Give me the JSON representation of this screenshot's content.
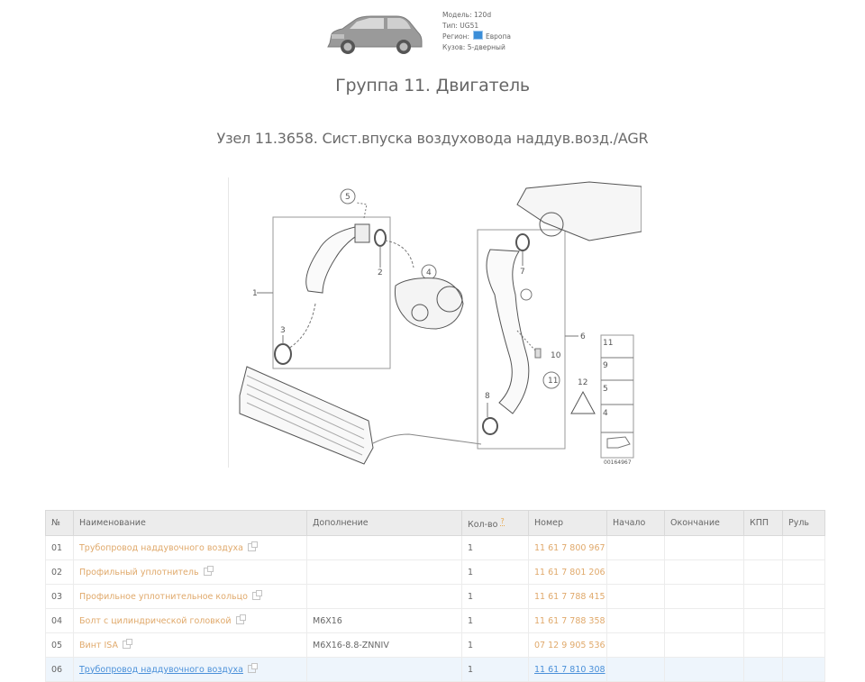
{
  "vehicle": {
    "model_label": "Модель:",
    "model_value": "120d",
    "type_label": "Тип:",
    "type_value": "UG51",
    "region_label": "Регион:",
    "region_value": "Европа",
    "region_icon": "eu-flag-icon",
    "body_label": "Кузов:",
    "body_value": "5-дверный"
  },
  "group_title": "Группа 11. Двигатель",
  "node_title": "Узел 11.3658. Сист.впуска воздуховода наддув.возд./AGR",
  "diagram": {
    "callouts": [
      "1",
      "2",
      "3",
      "4",
      "5",
      "6",
      "7",
      "8",
      "9",
      "10",
      "11",
      "12"
    ],
    "legend_items": [
      "11",
      "9",
      "5",
      "4"
    ],
    "image_code": "00164967"
  },
  "table": {
    "headers": {
      "num": "№",
      "name": "Наименование",
      "extra": "Дополнение",
      "qty": "Кол-во",
      "qty_help": "?",
      "part_number": "Номер",
      "start": "Начало",
      "end": "Окончание",
      "gearbox": "КПП",
      "steering": "Руль"
    },
    "rows": [
      {
        "num": "01",
        "name": "Трубопровод наддувочного воздуха",
        "extra": "",
        "qty": "1",
        "part_number": "11 61 7 800 967",
        "start": "",
        "end": "",
        "gearbox": "",
        "steering": ""
      },
      {
        "num": "02",
        "name": "Профильный уплотнитель",
        "extra": "",
        "qty": "1",
        "part_number": "11 61 7 801 206",
        "start": "",
        "end": "",
        "gearbox": "",
        "steering": ""
      },
      {
        "num": "03",
        "name": "Профильное уплотнительное кольцо",
        "extra": "",
        "qty": "1",
        "part_number": "11 61 7 788 415",
        "start": "",
        "end": "",
        "gearbox": "",
        "steering": ""
      },
      {
        "num": "04",
        "name": "Болт с цилиндрической головкой",
        "extra": "M6X16",
        "qty": "1",
        "part_number": "11 61 7 788 358",
        "start": "",
        "end": "",
        "gearbox": "",
        "steering": ""
      },
      {
        "num": "05",
        "name": "Винт ISA",
        "extra": "M6X16-8.8-ZNNIV",
        "qty": "1",
        "part_number": "07 12 9 905 536",
        "start": "",
        "end": "",
        "gearbox": "",
        "steering": ""
      },
      {
        "num": "06",
        "name": "Трубопровод наддувочного воздуха",
        "extra": "",
        "qty": "1",
        "part_number": "11 61 7 810 308",
        "start": "",
        "end": "",
        "gearbox": "",
        "steering": ""
      }
    ]
  },
  "colors": {
    "link": "#e0a96b",
    "link_hover": "#4a90d9",
    "row_highlight": "#eef5fc",
    "header_bg": "#ececec"
  }
}
